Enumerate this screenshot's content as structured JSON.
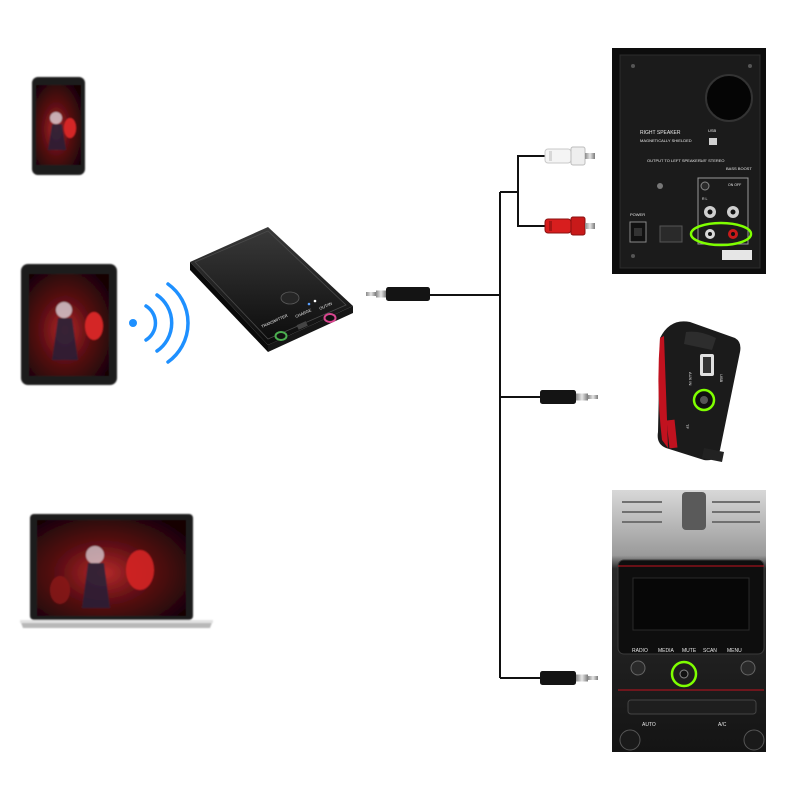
{
  "diagram": {
    "receiver": {
      "labels": [
        "TRANSMITTER",
        "CHARGE",
        "OUT/IN"
      ]
    },
    "speaker": {
      "labels": {
        "title": "RIGHT SPEAKER",
        "subtitle": "MAGNETICALLY SHIELDED",
        "output": "OUTPUT TO LEFT SPEAKER",
        "stereo": "1/8\" STEREO",
        "bass": "BASS BOOST",
        "power": "POWER",
        "usb": "USB",
        "rl": "R  L",
        "on_off": "ON  OFF"
      }
    },
    "portable": {
      "labels": {
        "aux": "AUX IN",
        "tf": "TF",
        "usb": "USB"
      }
    },
    "car_stereo": {
      "buttons": [
        "RADIO",
        "MEDIA",
        "MUTE",
        "SCAN",
        "MENU"
      ],
      "labels": {
        "auto": "AUTO",
        "ac": "A/C"
      }
    },
    "colors": {
      "wireless": "#1e90ff",
      "highlight": "#7fff00",
      "cable": "#111111",
      "jack_green": "#4caf50",
      "jack_pink": "#d9468f",
      "rca_red": "#d81e1e",
      "car_accent": "#c1121f"
    },
    "icons": [
      "smartphone",
      "tablet",
      "laptop",
      "wireless-signal-icon",
      "bluetooth-receiver",
      "speaker",
      "portable-speaker",
      "car-stereo",
      "audio-plug"
    ]
  }
}
